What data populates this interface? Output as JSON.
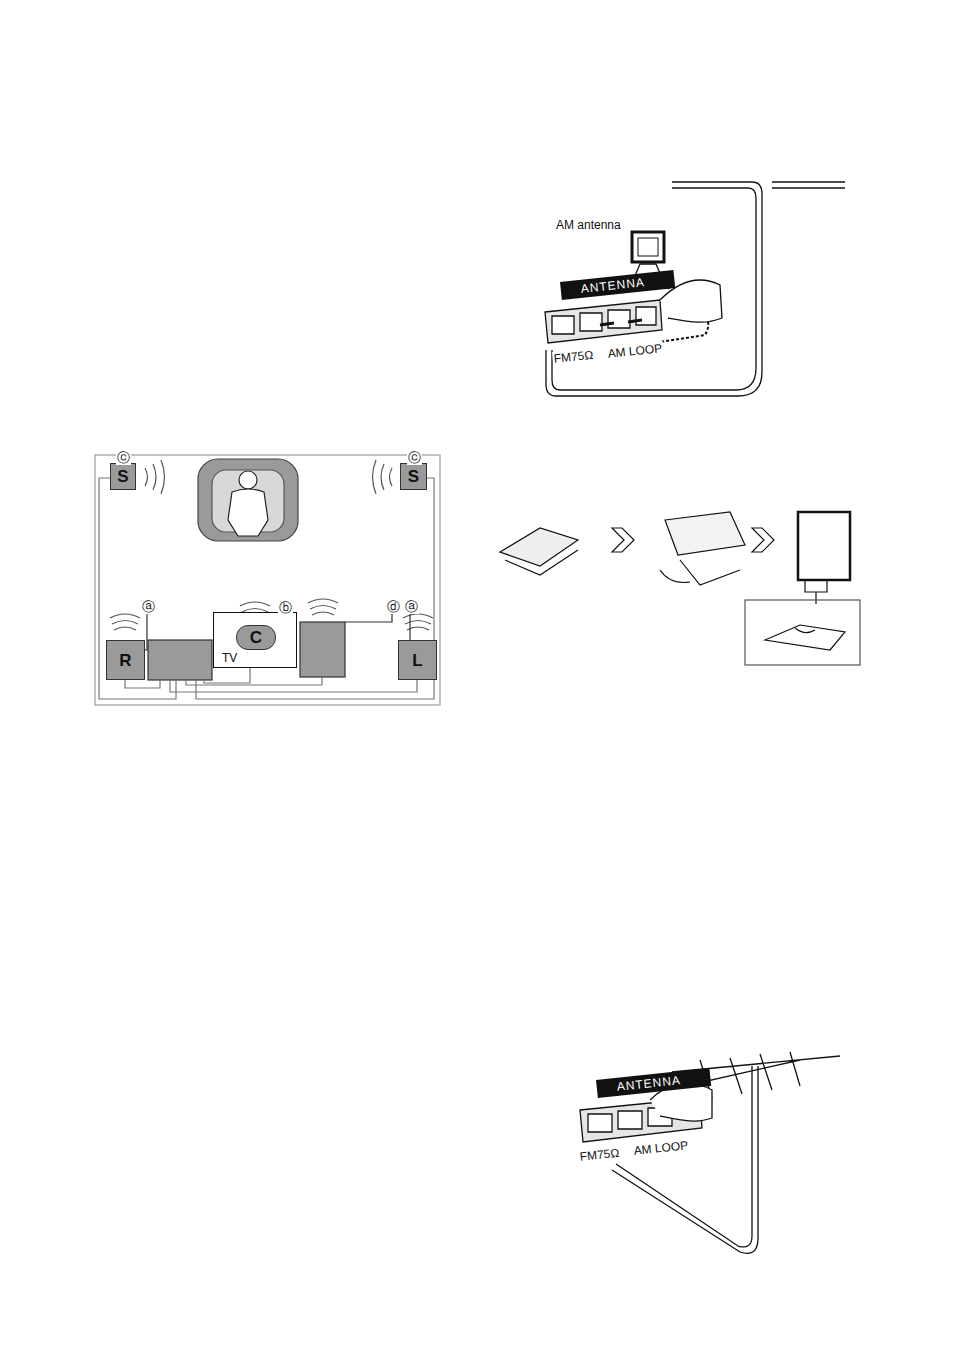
{
  "diagram": {
    "nodes": [
      {
        "text": [
          "S"
        ]
      },
      {
        "text": [
          "S"
        ]
      },
      {
        "text": [
          "R"
        ]
      },
      {
        "text": [
          "TV"
        ]
      },
      {
        "text": [
          "C"
        ],
        "in": 3
      },
      {
        "text": [
          "L"
        ]
      }
    ],
    "labels": [
      "ⓒ",
      "ⓒ",
      "ⓐ",
      "ⓑ",
      "ⓓ",
      "ⓐ",
      "AM antenna",
      "ANTENNA",
      "FM75Ω",
      "AM LOOP",
      "ANTENNA",
      "FM75Ω",
      "AM LOOP"
    ]
  }
}
